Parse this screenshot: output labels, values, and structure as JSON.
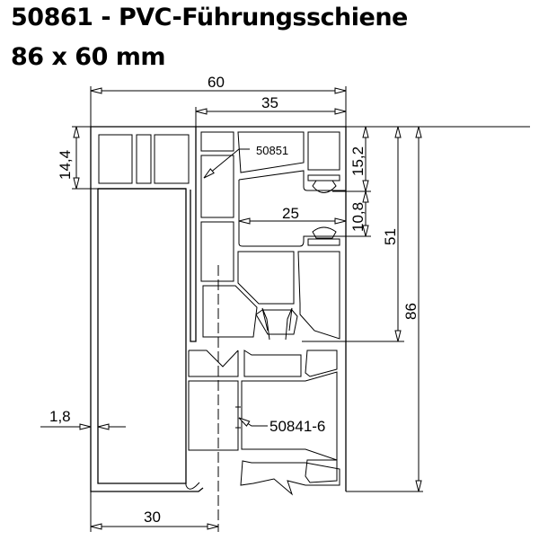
{
  "title": {
    "line1": "50861 - PVC-Führungsschiene",
    "line2": "86 x 60 mm"
  },
  "dimensions": {
    "width_total": "60",
    "width_rail": "35",
    "height_top_band": "14,4",
    "seal_upper": "15,2",
    "seal_gap": "10,8",
    "inner_width": "25",
    "height_rail": "51",
    "height_total": "86",
    "wall": "1,8",
    "center_offset": "30"
  },
  "callouts": {
    "upper_part": "50851",
    "lower_part": "50841-6"
  }
}
